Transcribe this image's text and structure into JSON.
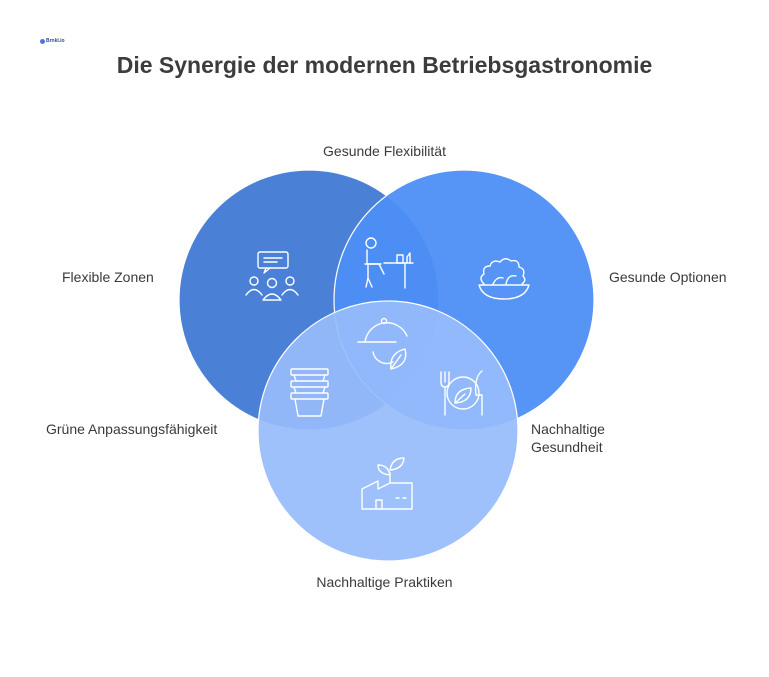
{
  "logo": {
    "text": "Brnkl.io"
  },
  "title": "Die Synergie der modernen Betriebsgastronomie",
  "labels": {
    "top": "Gesunde Flexibilität",
    "left": "Flexible Zonen",
    "right": "Gesunde Optionen",
    "bottom_left": "Grüne Anpassungsfähigkeit",
    "bottom_right_line1": "Nachhaltige",
    "bottom_right_line2": "Gesundheit",
    "bottom": "Nachhaltige Praktiken"
  },
  "colors": {
    "circle_left": "#4a80d6",
    "circle_right": "#4d8ef5",
    "circle_bottom": "#97bcfb",
    "icon_stroke": "#ffffff"
  },
  "icons": {
    "left": "meeting-people-icon",
    "right": "salad-bowl-icon",
    "top_overlap": "person-at-desk-icon",
    "center": "dish-leaf-icon",
    "bottom_left_overlap": "stacked-containers-icon",
    "bottom_right_overlap": "plate-cutlery-leaf-icon",
    "bottom": "factory-plant-icon"
  }
}
